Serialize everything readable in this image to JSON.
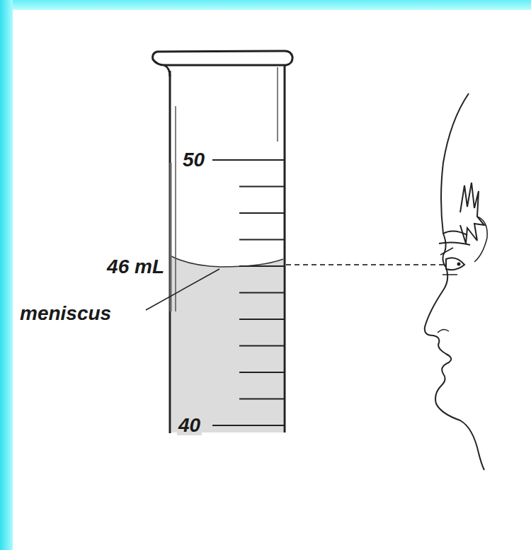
{
  "diagram": {
    "labels": [
      "50",
      "46 mL",
      "meniscus",
      "40"
    ]
  }
}
